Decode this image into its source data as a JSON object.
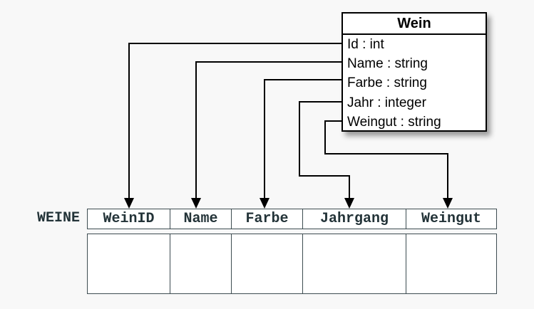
{
  "class_box": {
    "title": "Wein",
    "attributes": [
      "Id : int",
      "Name : string",
      "Farbe : string",
      "Jahr : integer",
      "Weingut : string"
    ]
  },
  "table": {
    "label": "WEINE",
    "columns": [
      "WeinID",
      "Name",
      "Farbe",
      "Jahrgang",
      "Weingut"
    ]
  },
  "mappings": [
    {
      "from": "Id",
      "to": "WeinID"
    },
    {
      "from": "Name",
      "to": "Name"
    },
    {
      "from": "Farbe",
      "to": "Farbe"
    },
    {
      "from": "Jahr",
      "to": "Jahrgang"
    },
    {
      "from": "Weingut",
      "to": "Weingut"
    }
  ],
  "colors": {
    "background": "#f8f8f8",
    "line": "#000000",
    "class_border": "#000000",
    "class_text": "#000000",
    "table_border": "#3d4c51",
    "table_text": "#233338"
  }
}
